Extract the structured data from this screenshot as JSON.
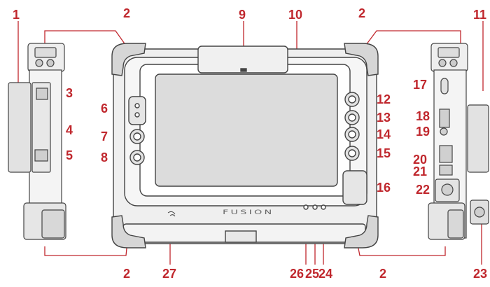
{
  "colors": {
    "callout": "#c0272d",
    "line": "#c0272d",
    "outline": "#444444",
    "fill": "#e6e6e6",
    "screen": "#d8d8d8"
  },
  "brand": "FUSION",
  "callouts": [
    "1",
    "2",
    "2",
    "2",
    "2",
    "3",
    "4",
    "5",
    "6",
    "7",
    "8",
    "9",
    "10",
    "11",
    "12",
    "13",
    "14",
    "15",
    "16",
    "17",
    "18",
    "19",
    "20",
    "21",
    "22",
    "23",
    "24",
    "25",
    "26",
    "27"
  ]
}
